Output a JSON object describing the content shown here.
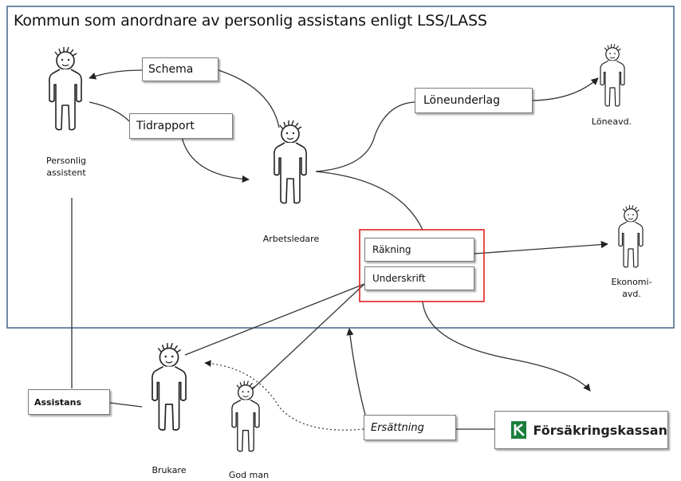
{
  "title": "Kommun som anordnare av personlig assistans enligt LSS/LASS",
  "boxes": {
    "schema": "Schema",
    "tidrapport": "Tidrapport",
    "loneunderlag": "Löneunderlag",
    "rakning": "Räkning",
    "underskrift": "Underskrift",
    "assistans": "Assistans",
    "ersattning": "Ersättning",
    "forsakringskassan": "Försäkringskassan"
  },
  "people": {
    "personlig_assistent": [
      "Personlig",
      "assistent"
    ],
    "arbetsledare": "Arbetsledare",
    "loneavd": "Löneavd.",
    "ekonomiavd": [
      "Ekonomi-",
      "avd."
    ],
    "brukare": "Brukare",
    "god_man": "God man"
  },
  "colors": {
    "highlight": "#e02020",
    "fk_green": "#1a7f3c",
    "line": "#333333",
    "frame": "#4f6d8f"
  }
}
